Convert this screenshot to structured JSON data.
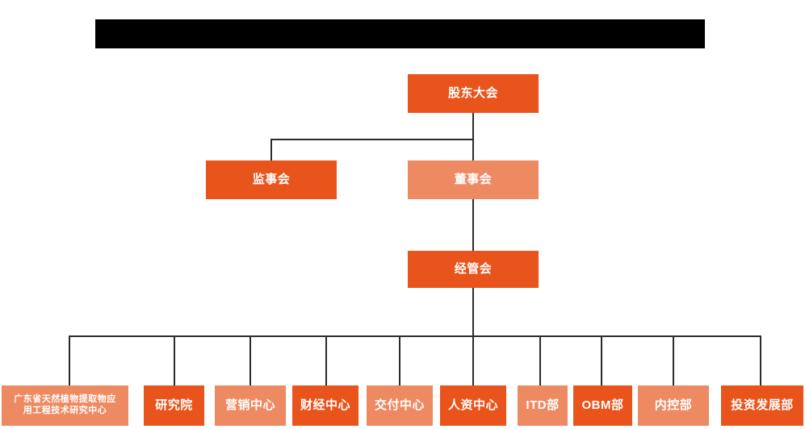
{
  "chart_title_redacted": "",
  "colors": {
    "dark_orange": "#E8541C",
    "light_orange": "#EE8A62",
    "connector": "#2b2b2b",
    "background": "#ffffff",
    "redaction": "#000000"
  },
  "nodes": {
    "shareholders_meeting": {
      "label": "股东大会",
      "shade": "dark"
    },
    "board_of_supervisors": {
      "label": "监事会",
      "shade": "dark"
    },
    "board_of_directors": {
      "label": "董事会",
      "shade": "light"
    },
    "management_committee": {
      "label": "经管会",
      "shade": "dark"
    }
  },
  "departments": [
    {
      "label_line1": "广东省天然植物提取物应",
      "label_line2": "用工程技术研究中心",
      "shade": "light"
    },
    {
      "label_line1": "研究院",
      "label_line2": "",
      "shade": "dark"
    },
    {
      "label_line1": "营销中心",
      "label_line2": "",
      "shade": "light"
    },
    {
      "label_line1": "财经中心",
      "label_line2": "",
      "shade": "dark"
    },
    {
      "label_line1": "交付中心",
      "label_line2": "",
      "shade": "light"
    },
    {
      "label_line1": "人资中心",
      "label_line2": "",
      "shade": "dark"
    },
    {
      "label_line1": "ITD部",
      "label_line2": "",
      "shade": "light"
    },
    {
      "label_line1": "OBM部",
      "label_line2": "",
      "shade": "dark"
    },
    {
      "label_line1": "内控部",
      "label_line2": "",
      "shade": "light"
    },
    {
      "label_line1": "投资发展部",
      "label_line2": "",
      "shade": "dark"
    }
  ]
}
